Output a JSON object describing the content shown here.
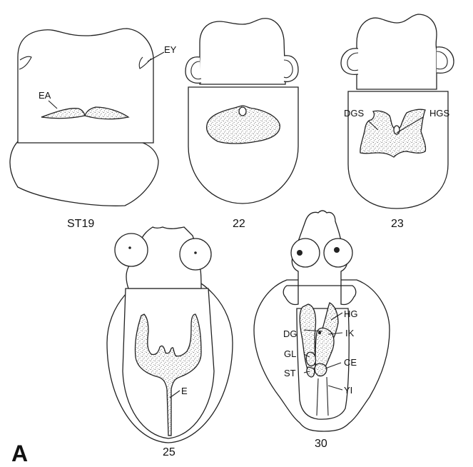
{
  "panel_label": "A",
  "stages": [
    {
      "id": "st19",
      "caption": "ST19",
      "labels": {
        "ey": "EY",
        "ea": "EA"
      }
    },
    {
      "id": "st22",
      "caption": "22",
      "labels": {}
    },
    {
      "id": "st23",
      "caption": "23",
      "labels": {
        "dgs": "DGS",
        "hgs": "HGS"
      }
    },
    {
      "id": "st25",
      "caption": "25",
      "labels": {
        "e": "E"
      }
    },
    {
      "id": "st30",
      "caption": "30",
      "labels": {
        "dg": "DG",
        "hg": "HG",
        "ik": "IK",
        "gl": "GL",
        "ce": "CE",
        "st": "ST",
        "yi": "YI"
      }
    }
  ]
}
